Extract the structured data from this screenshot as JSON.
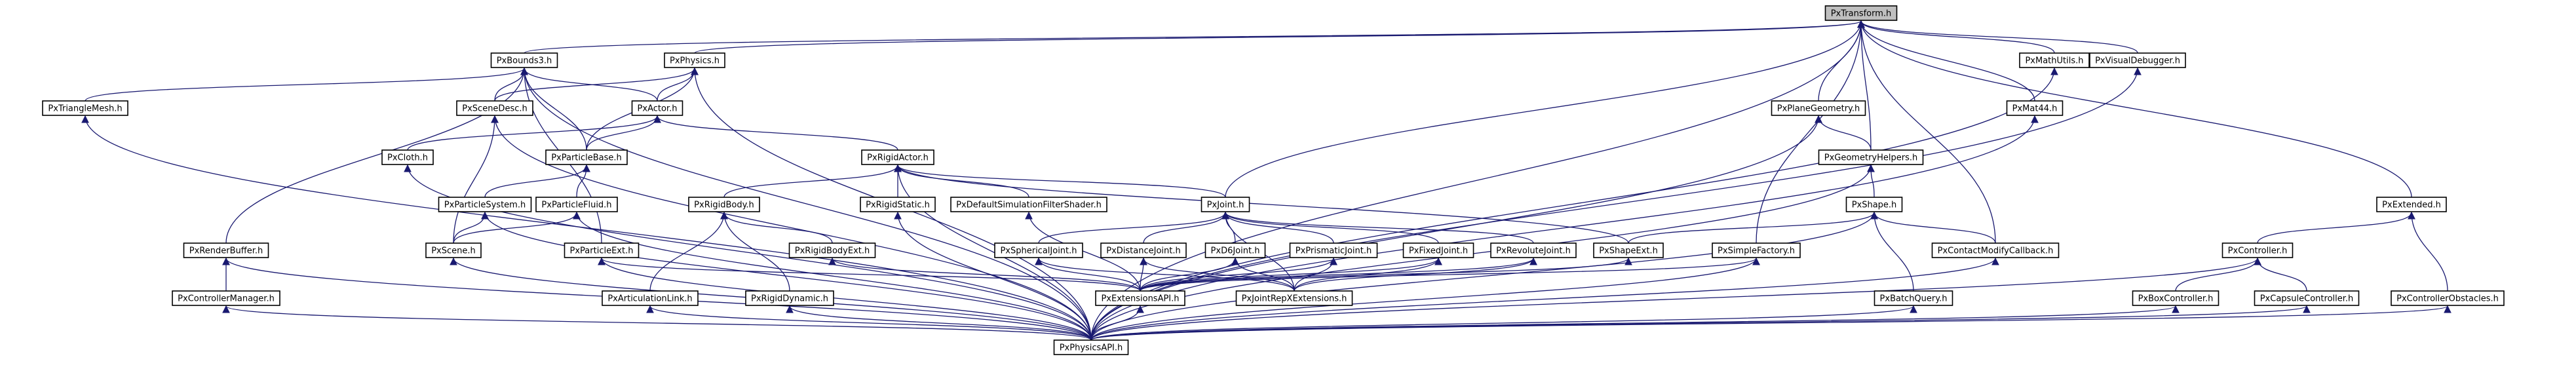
{
  "graph": {
    "nodes": [
      {
        "id": "PxTransform",
        "label": "PxTransform.h",
        "root": true
      },
      {
        "id": "PxBounds3",
        "label": "PxBounds3.h"
      },
      {
        "id": "PxPhysics",
        "label": "PxPhysics.h"
      },
      {
        "id": "PxMathUtils",
        "label": "PxMathUtils.h"
      },
      {
        "id": "PxVisualDebugger",
        "label": "PxVisualDebugger.h"
      },
      {
        "id": "PxTriangleMesh",
        "label": "PxTriangleMesh.h"
      },
      {
        "id": "PxSceneDesc",
        "label": "PxSceneDesc.h"
      },
      {
        "id": "PxActor",
        "label": "PxActor.h"
      },
      {
        "id": "PxPlaneGeometry",
        "label": "PxPlaneGeometry.h"
      },
      {
        "id": "PxMat44",
        "label": "PxMat44.h"
      },
      {
        "id": "PxGeometryHelpers",
        "label": "PxGeometryHelpers.h"
      },
      {
        "id": "PxCloth",
        "label": "PxCloth.h"
      },
      {
        "id": "PxParticleBase",
        "label": "PxParticleBase.h"
      },
      {
        "id": "PxRigidActor",
        "label": "PxRigidActor.h"
      },
      {
        "id": "PxParticleSystem",
        "label": "PxParticleSystem.h"
      },
      {
        "id": "PxParticleFluid",
        "label": "PxParticleFluid.h"
      },
      {
        "id": "PxRigidBody",
        "label": "PxRigidBody.h"
      },
      {
        "id": "PxRigidStatic",
        "label": "PxRigidStatic.h"
      },
      {
        "id": "PxDefaultSimulationFilterShader",
        "label": "PxDefaultSimulationFilterShader.h"
      },
      {
        "id": "PxJoint",
        "label": "PxJoint.h"
      },
      {
        "id": "PxShape",
        "label": "PxShape.h"
      },
      {
        "id": "PxExtended",
        "label": "PxExtended.h"
      },
      {
        "id": "PxRenderBuffer",
        "label": "PxRenderBuffer.h"
      },
      {
        "id": "PxScene",
        "label": "PxScene.h"
      },
      {
        "id": "PxParticleExt",
        "label": "PxParticleExt.h"
      },
      {
        "id": "PxRigidBodyExt",
        "label": "PxRigidBodyExt.h"
      },
      {
        "id": "PxSphericalJoint",
        "label": "PxSphericalJoint.h"
      },
      {
        "id": "PxDistanceJoint",
        "label": "PxDistanceJoint.h"
      },
      {
        "id": "PxD6Joint",
        "label": "PxD6Joint.h"
      },
      {
        "id": "PxPrismaticJoint",
        "label": "PxPrismaticJoint.h"
      },
      {
        "id": "PxFixedJoint",
        "label": "PxFixedJoint.h"
      },
      {
        "id": "PxRevoluteJoint",
        "label": "PxRevoluteJoint.h"
      },
      {
        "id": "PxShapeExt",
        "label": "PxShapeExt.h"
      },
      {
        "id": "PxSimpleFactory",
        "label": "PxSimpleFactory.h"
      },
      {
        "id": "PxContactModifyCallback",
        "label": "PxContactModifyCallback.h"
      },
      {
        "id": "PxController",
        "label": "PxController.h"
      },
      {
        "id": "PxControllerManager",
        "label": "PxControllerManager.h"
      },
      {
        "id": "PxArticulationLink",
        "label": "PxArticulationLink.h"
      },
      {
        "id": "PxRigidDynamic",
        "label": "PxRigidDynamic.h"
      },
      {
        "id": "PxExtensionsAPI",
        "label": "PxExtensionsAPI.h"
      },
      {
        "id": "PxJointRepXExtensions",
        "label": "PxJointRepXExtensions.h"
      },
      {
        "id": "PxBatchQuery",
        "label": "PxBatchQuery.h"
      },
      {
        "id": "PxBoxController",
        "label": "PxBoxController.h"
      },
      {
        "id": "PxCapsuleController",
        "label": "PxCapsuleController.h"
      },
      {
        "id": "PxControllerObstacles",
        "label": "PxControllerObstacles.h"
      },
      {
        "id": "PxPhysicsAPI",
        "label": "PxPhysicsAPI.h"
      }
    ],
    "edges": [
      [
        "PxBounds3",
        "PxTransform"
      ],
      [
        "PxPhysics",
        "PxTransform"
      ],
      [
        "PxMathUtils",
        "PxTransform"
      ],
      [
        "PxVisualDebugger",
        "PxTransform"
      ],
      [
        "PxPlaneGeometry",
        "PxTransform"
      ],
      [
        "PxMat44",
        "PxTransform"
      ],
      [
        "PxGeometryHelpers",
        "PxTransform"
      ],
      [
        "PxJoint",
        "PxTransform"
      ],
      [
        "PxSimpleFactory",
        "PxTransform"
      ],
      [
        "PxContactModifyCallback",
        "PxTransform"
      ],
      [
        "PxExtended",
        "PxTransform"
      ],
      [
        "PxPhysicsAPI",
        "PxTransform"
      ],
      [
        "PxTriangleMesh",
        "PxBounds3"
      ],
      [
        "PxSceneDesc",
        "PxBounds3"
      ],
      [
        "PxActor",
        "PxBounds3"
      ],
      [
        "PxParticleBase",
        "PxBounds3"
      ],
      [
        "PxRenderBuffer",
        "PxBounds3"
      ],
      [
        "PxParticleExt",
        "PxBounds3"
      ],
      [
        "PxPhysicsAPI",
        "PxBounds3"
      ],
      [
        "PxSceneDesc",
        "PxPhysics"
      ],
      [
        "PxActor",
        "PxPhysics"
      ],
      [
        "PxParticleBase",
        "PxPhysics"
      ],
      [
        "PxPhysicsAPI",
        "PxPhysics"
      ],
      [
        "PxPhysicsAPI",
        "PxMathUtils"
      ],
      [
        "PxPhysicsAPI",
        "PxVisualDebugger"
      ],
      [
        "PxPhysicsAPI",
        "PxTriangleMesh"
      ],
      [
        "PxScene",
        "PxSceneDesc"
      ],
      [
        "PxPhysicsAPI",
        "PxSceneDesc"
      ],
      [
        "PxCloth",
        "PxActor"
      ],
      [
        "PxParticleBase",
        "PxActor"
      ],
      [
        "PxRigidActor",
        "PxActor"
      ],
      [
        "PxGeometryHelpers",
        "PxPlaneGeometry"
      ],
      [
        "PxPhysicsAPI",
        "PxPlaneGeometry"
      ],
      [
        "PxPhysicsAPI",
        "PxMat44"
      ],
      [
        "PxShape",
        "PxGeometryHelpers"
      ],
      [
        "PxPhysicsAPI",
        "PxGeometryHelpers"
      ],
      [
        "PxPhysicsAPI",
        "PxCloth"
      ],
      [
        "PxParticleSystem",
        "PxParticleBase"
      ],
      [
        "PxParticleFluid",
        "PxParticleBase"
      ],
      [
        "PxRigidBody",
        "PxRigidActor"
      ],
      [
        "PxRigidStatic",
        "PxRigidActor"
      ],
      [
        "PxDefaultSimulationFilterShader",
        "PxRigidActor"
      ],
      [
        "PxJoint",
        "PxRigidActor"
      ],
      [
        "PxShapeExt",
        "PxRigidActor"
      ],
      [
        "PxPhysicsAPI",
        "PxRigidActor"
      ],
      [
        "PxScene",
        "PxParticleSystem"
      ],
      [
        "PxPhysicsAPI",
        "PxParticleSystem"
      ],
      [
        "PxScene",
        "PxParticleFluid"
      ],
      [
        "PxPhysicsAPI",
        "PxParticleFluid"
      ],
      [
        "PxArticulationLink",
        "PxRigidBody"
      ],
      [
        "PxRigidDynamic",
        "PxRigidBody"
      ],
      [
        "PxRigidBodyExt",
        "PxRigidBody"
      ],
      [
        "PxPhysicsAPI",
        "PxRigidStatic"
      ],
      [
        "PxExtensionsAPI",
        "PxDefaultSimulationFilterShader"
      ],
      [
        "PxSphericalJoint",
        "PxJoint"
      ],
      [
        "PxDistanceJoint",
        "PxJoint"
      ],
      [
        "PxD6Joint",
        "PxJoint"
      ],
      [
        "PxPrismaticJoint",
        "PxJoint"
      ],
      [
        "PxFixedJoint",
        "PxJoint"
      ],
      [
        "PxRevoluteJoint",
        "PxJoint"
      ],
      [
        "PxJointRepXExtensions",
        "PxJoint"
      ],
      [
        "PxShapeExt",
        "PxShape"
      ],
      [
        "PxContactModifyCallback",
        "PxShape"
      ],
      [
        "PxBatchQuery",
        "PxShape"
      ],
      [
        "PxPhysicsAPI",
        "PxShape"
      ],
      [
        "PxController",
        "PxExtended"
      ],
      [
        "PxControllerObstacles",
        "PxExtended"
      ],
      [
        "PxControllerManager",
        "PxRenderBuffer"
      ],
      [
        "PxPhysicsAPI",
        "PxRenderBuffer"
      ],
      [
        "PxPhysicsAPI",
        "PxScene"
      ],
      [
        "PxExtensionsAPI",
        "PxParticleExt"
      ],
      [
        "PxPhysicsAPI",
        "PxParticleExt"
      ],
      [
        "PxExtensionsAPI",
        "PxRigidBodyExt"
      ],
      [
        "PxExtensionsAPI",
        "PxSphericalJoint"
      ],
      [
        "PxJointRepXExtensions",
        "PxSphericalJoint"
      ],
      [
        "PxExtensionsAPI",
        "PxDistanceJoint"
      ],
      [
        "PxJointRepXExtensions",
        "PxDistanceJoint"
      ],
      [
        "PxExtensionsAPI",
        "PxD6Joint"
      ],
      [
        "PxJointRepXExtensions",
        "PxD6Joint"
      ],
      [
        "PxExtensionsAPI",
        "PxPrismaticJoint"
      ],
      [
        "PxJointRepXExtensions",
        "PxPrismaticJoint"
      ],
      [
        "PxExtensionsAPI",
        "PxFixedJoint"
      ],
      [
        "PxJointRepXExtensions",
        "PxFixedJoint"
      ],
      [
        "PxExtensionsAPI",
        "PxRevoluteJoint"
      ],
      [
        "PxJointRepXExtensions",
        "PxRevoluteJoint"
      ],
      [
        "PxExtensionsAPI",
        "PxShapeExt"
      ],
      [
        "PxExtensionsAPI",
        "PxSimpleFactory"
      ],
      [
        "PxPhysicsAPI",
        "PxSimpleFactory"
      ],
      [
        "PxPhysicsAPI",
        "PxContactModifyCallback"
      ],
      [
        "PxBoxController",
        "PxController"
      ],
      [
        "PxCapsuleController",
        "PxController"
      ],
      [
        "PxPhysicsAPI",
        "PxController"
      ],
      [
        "PxPhysicsAPI",
        "PxControllerManager"
      ],
      [
        "PxPhysicsAPI",
        "PxArticulationLink"
      ],
      [
        "PxPhysicsAPI",
        "PxRigidDynamic"
      ],
      [
        "PxPhysicsAPI",
        "PxExtensionsAPI"
      ],
      [
        "PxPhysicsAPI",
        "PxBatchQuery"
      ],
      [
        "PxPhysicsAPI",
        "PxBoxController"
      ],
      [
        "PxPhysicsAPI",
        "PxCapsuleController"
      ],
      [
        "PxPhysicsAPI",
        "PxControllerObstacles"
      ]
    ]
  }
}
